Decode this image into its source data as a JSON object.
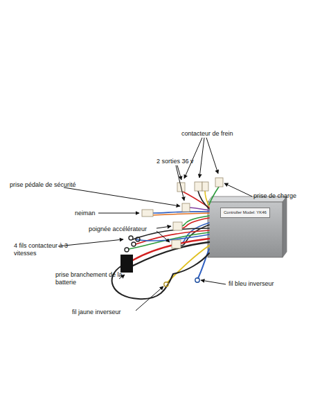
{
  "diagram": {
    "nodes": [
      {
        "text": [
          "Controller Model: YK46"
        ]
      }
    ],
    "labels": [
      "contacteur de frein",
      "2 sorties 36 v",
      "prise pédale de sécurité",
      "prise de charge",
      "neiman",
      "poignée accélérateur",
      "4 fils contacteur à 3 vitesses",
      "prise branchement de la batterie",
      "fil jaune inverseur",
      "fil bleu inverseur"
    ]
  }
}
